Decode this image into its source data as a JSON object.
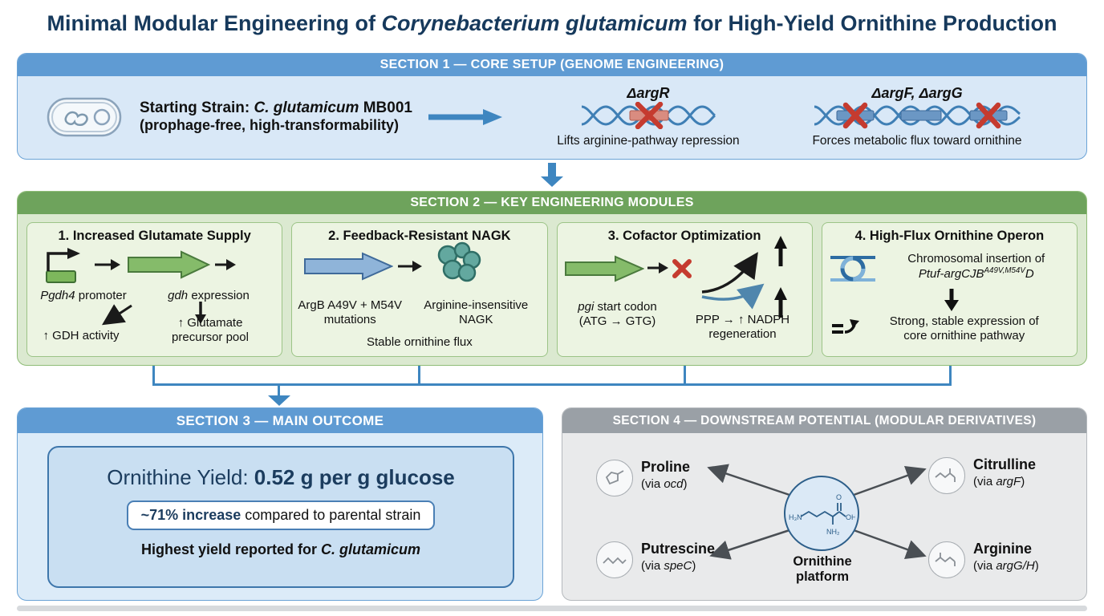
{
  "title": {
    "prefix": "Minimal Modular Engineering of ",
    "species": "Corynebacterium glutamicum",
    "suffix": " for High-Yield Ornithine Production"
  },
  "section1": {
    "header": "SECTION 1 — CORE SETUP (GENOME ENGINEERING)",
    "strain": {
      "prefix": "Starting Strain: ",
      "species": "C. glutamicum",
      "suffix": " MB001",
      "subtitle": "(prophage-free, high-transformability)"
    },
    "argR": {
      "label": "ΔargR",
      "caption": "Lifts arginine-pathway repression"
    },
    "argFG": {
      "label": "ΔargF, ΔargG",
      "caption": "Forces metabolic flux toward ornithine"
    }
  },
  "section2": {
    "header": "SECTION 2 — KEY ENGINEERING MODULES",
    "modules": [
      {
        "title": "1. Increased Glutamate Supply",
        "label1_gene": "Pgdh4",
        "label1_rest": " promoter",
        "label2_gene": "gdh",
        "label2_rest": " expression",
        "effect1": "↑ GDH activity",
        "effect2": "↑ Glutamate precursor pool"
      },
      {
        "title": "2. Feedback-Resistant NAGK",
        "label1": "ArgB A49V + M54V mutations",
        "label2": "Arginine-insensitive NAGK",
        "outcome": "Stable ornithine flux"
      },
      {
        "title": "3. Cofactor Optimization",
        "label1_gene": "pgi",
        "label1_rest": " start codon",
        "label1_sub": "(ATG → GTG)",
        "label2": "PPP → ↑ NADPH regeneration"
      },
      {
        "title": "4. High-Flux Ornithine Operon",
        "insertion_line1": "Chromosomal insertion of",
        "operon_prefix": "Ptuf-argCJB",
        "operon_sup": "A49V,M54V",
        "operon_suffix": "D",
        "outcome_line1": "Strong, stable expression of",
        "outcome_line2": "core ornithine pathway"
      }
    ]
  },
  "section3": {
    "header": "SECTION 3 — MAIN OUTCOME",
    "yield_label": "Ornithine Yield: ",
    "yield_value": "0.52 g per g glucose",
    "increase_bold": "~71% increase",
    "increase_rest": " compared to parental strain",
    "record_prefix": "Highest yield reported for ",
    "record_species": "C. glutamicum"
  },
  "section4": {
    "header": "SECTION 4 — DOWNSTREAM POTENTIAL (MODULAR DERIVATIVES)",
    "platform_label": "Ornithine platform",
    "molecule": {
      "h3n": "H₃N",
      "o": "O",
      "oh": "OH",
      "nh2": "NH₂"
    },
    "products": [
      {
        "name": "Proline",
        "via_prefix": "(via ",
        "gene": "ocd",
        "via_suffix": ")"
      },
      {
        "name": "Citrulline",
        "via_prefix": "(via ",
        "gene": "argF",
        "via_suffix": ")"
      },
      {
        "name": "Putrescine",
        "via_prefix": "(via ",
        "gene": "speC",
        "via_suffix": ")"
      },
      {
        "name": "Arginine",
        "via_prefix": "(via ",
        "gene": "argG/H",
        "via_suffix": ")"
      }
    ]
  },
  "colors": {
    "navy": "#16395c",
    "blue_header": "#5f9bd3",
    "green_header": "#6ea35c",
    "gray_header": "#9aa0a6",
    "accent_arrow": "#3e86c0",
    "red_x": "#c53b2f"
  }
}
